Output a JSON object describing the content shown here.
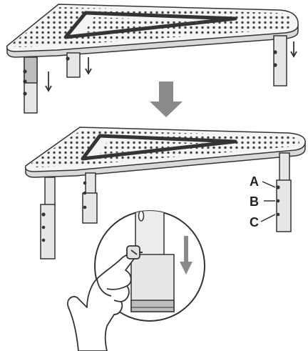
{
  "labels": {
    "a": "A",
    "b": "B",
    "c": "C"
  },
  "colors": {
    "outline": "#333333",
    "top_fill": "#f4f4f4",
    "edge_fill": "#d9d9d9",
    "hole": "#444444",
    "leg_fill": "#e6e6e6",
    "leg_shade": "#bdbdbd",
    "arrow": "#8a8a8a",
    "background": "#ffffff"
  },
  "icons": {
    "step_arrow": "down-arrow-icon",
    "motion_arrow": "down-arrow-icon",
    "detail": "magnifier-circle",
    "hand": "hand-icon",
    "screw": "screw-icon"
  }
}
